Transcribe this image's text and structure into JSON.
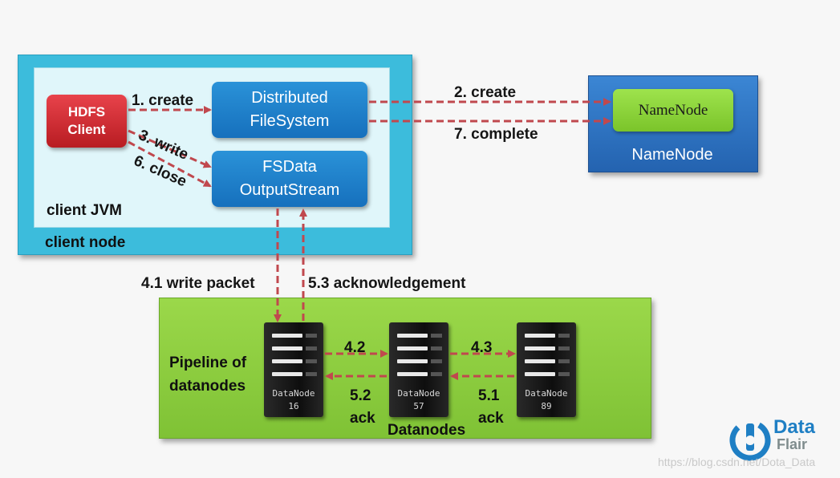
{
  "client": {
    "client_label": "HDFS Client",
    "jvm_label": "client JVM",
    "node_label": "client node",
    "dfs_box": "Distributed FileSystem",
    "fsdata_box": "FSData OutputStream"
  },
  "steps": {
    "create1": "1. create",
    "write3": "3. write",
    "close6": "6. close",
    "create2": "2. create",
    "complete7": "7. complete",
    "write_packet": "4.1 write packet",
    "acknowledgement": "5.3 acknowledgement",
    "s42": "4.2",
    "s43": "4.3",
    "ack52_num": "5.2",
    "ack52_word": "ack",
    "ack51_num": "5.1",
    "ack51_word": "ack"
  },
  "namenode": {
    "inner_label": "NameNode",
    "caption": "NameNode"
  },
  "pipeline": {
    "title_line1": "Pipeline of",
    "title_line2": "datanodes",
    "group_label": "Datanodes",
    "nodes": [
      {
        "name": "DataNode",
        "id": "16"
      },
      {
        "name": "DataNode",
        "id": "57"
      },
      {
        "name": "DataNode",
        "id": "89"
      }
    ]
  },
  "brand": {
    "line1": "Data",
    "line2": "Flair"
  },
  "watermark": "https://blog.csdn.net/Dota_Data",
  "colors": {
    "arrow": "#c0484e",
    "client_node": "#3cbcdc",
    "hdfs_client": "#d42e36",
    "blue_box": "#1f80cc",
    "namenode_outer": "#2f74c4",
    "namenode_inner": "#8bd13a",
    "pipeline": "#8ccc3f"
  }
}
